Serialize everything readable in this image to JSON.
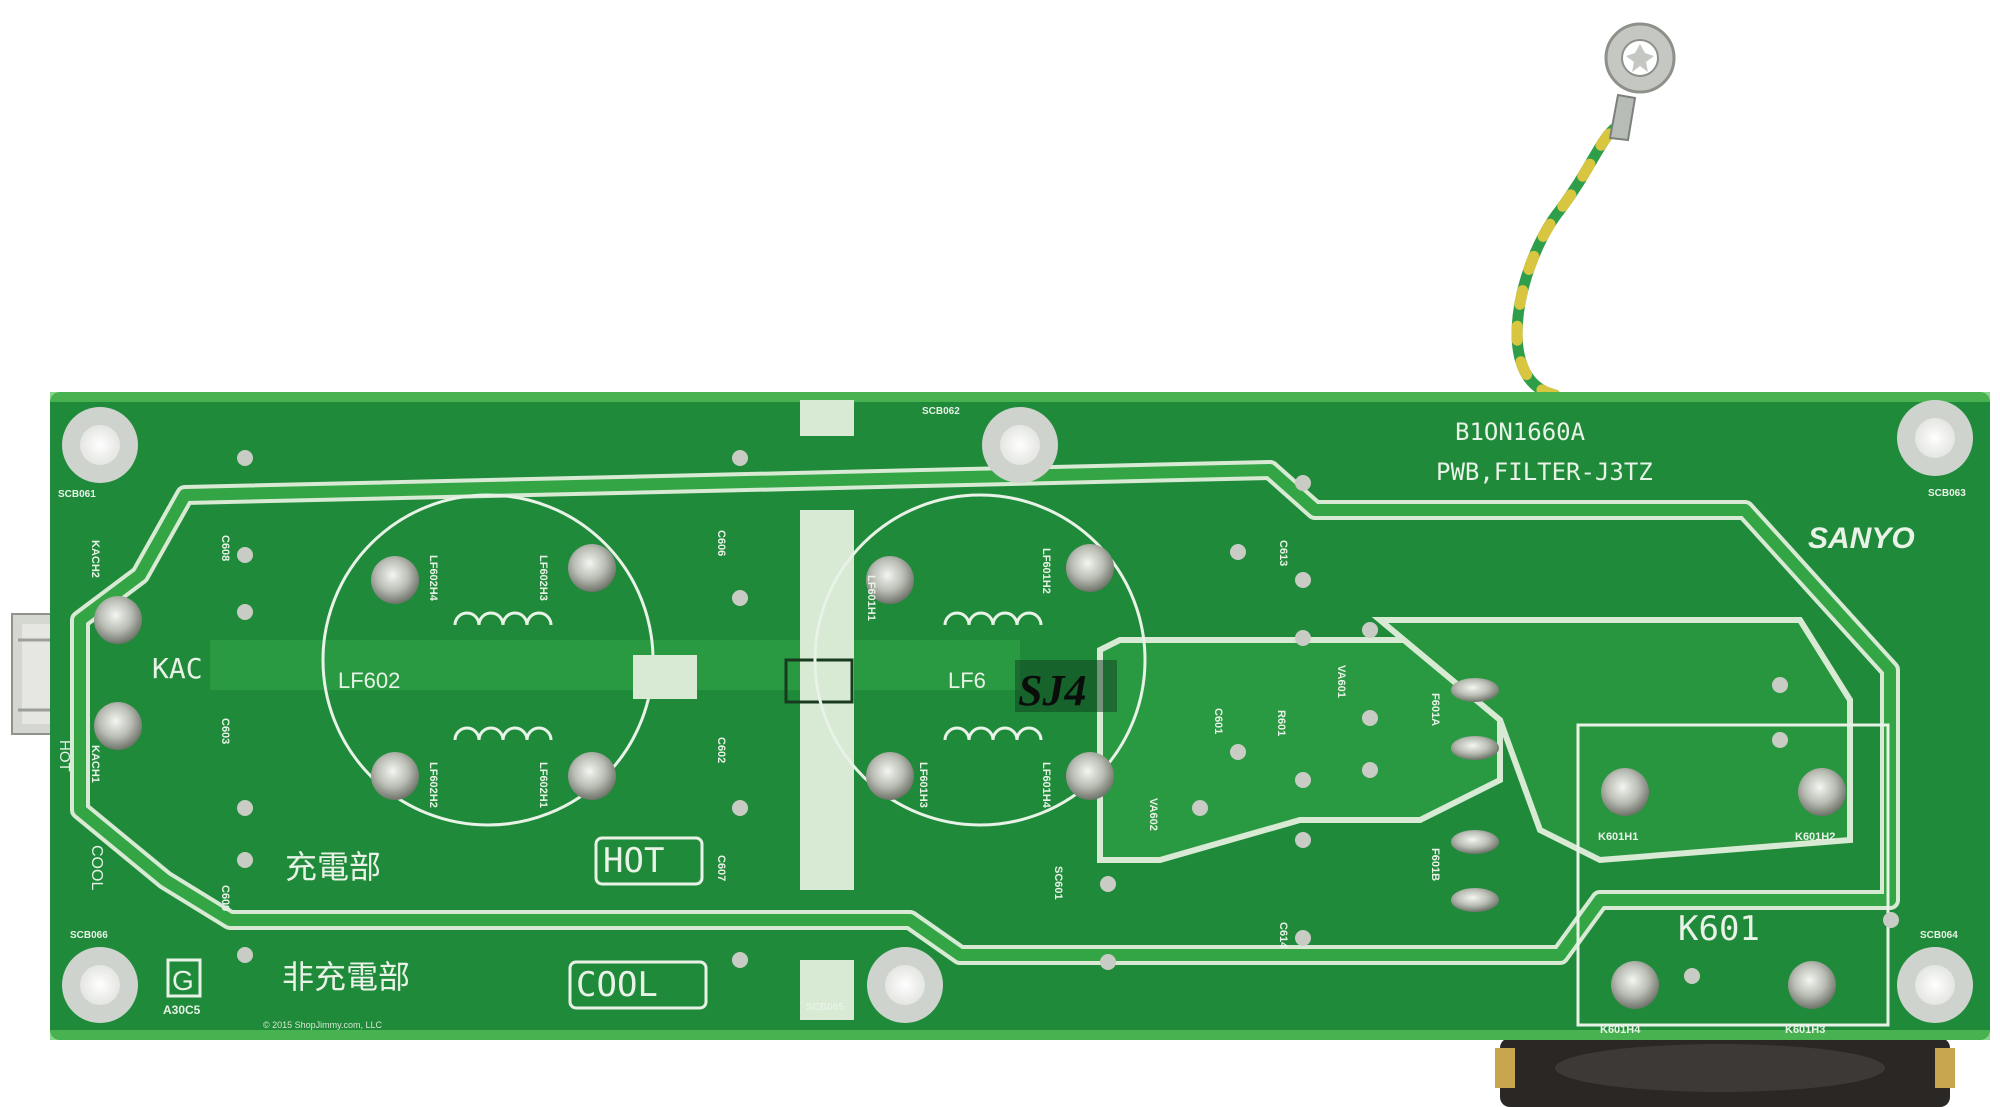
{
  "board": {
    "part_number": "B1ON1660A",
    "name": "PWB,FILTER-J3TZ",
    "brand": "SANYO",
    "rev_letter": "G",
    "rev_code": "A30C5",
    "handwritten_mark": "SJ4",
    "copyright": "© 2015 ShopJimmy.com, LLC"
  },
  "zone_labels": {
    "charged": "充電部",
    "uncharged": "非充電部",
    "hot": "HOT",
    "cool": "COOL",
    "edge_hot": "HOT",
    "edge_cool": "COOL",
    "kac": "KAC"
  },
  "screw_labels": {
    "scb061": "SCB061",
    "scb062": "SCB062",
    "scb063": "SCB063",
    "scb064": "SCB064",
    "scb065": "SCB065",
    "scb066": "SCB066"
  },
  "components": {
    "lf602": "LF602",
    "lf601": "LF6",
    "k601": "K601",
    "c608": "C608",
    "c603": "C603",
    "c609": "C609",
    "c606": "C606",
    "c602": "C602",
    "c607": "C607",
    "c613": "C613",
    "c601": "C601",
    "c614": "C614",
    "r601": "R601",
    "va601": "VA601",
    "va602": "VA602",
    "sc601": "SC601",
    "f601a": "F601A",
    "f601b": "F601B",
    "kach2": "KACH2",
    "kach1": "KACH1",
    "lf602h4": "LF602H4",
    "lf602h3": "LF602H3",
    "lf602h2": "LF602H2",
    "lf602h1": "LF602H1",
    "lf601h1": "LF601H1",
    "lf601h2": "LF601H2",
    "lf601h3": "LF601H3",
    "lf601h4": "LF601H4",
    "k601h1": "K601H1",
    "k601h2": "K601H2",
    "k601h3": "K601H3",
    "k601h4": "K601H4"
  },
  "colors": {
    "board": "#1f8a3a",
    "trace": "#33a545",
    "silkscreen": "#e8f2e6",
    "pad": "#c9ccc4",
    "ground_wire_green": "#2f9e4a",
    "ground_wire_yellow": "#d8c640"
  }
}
